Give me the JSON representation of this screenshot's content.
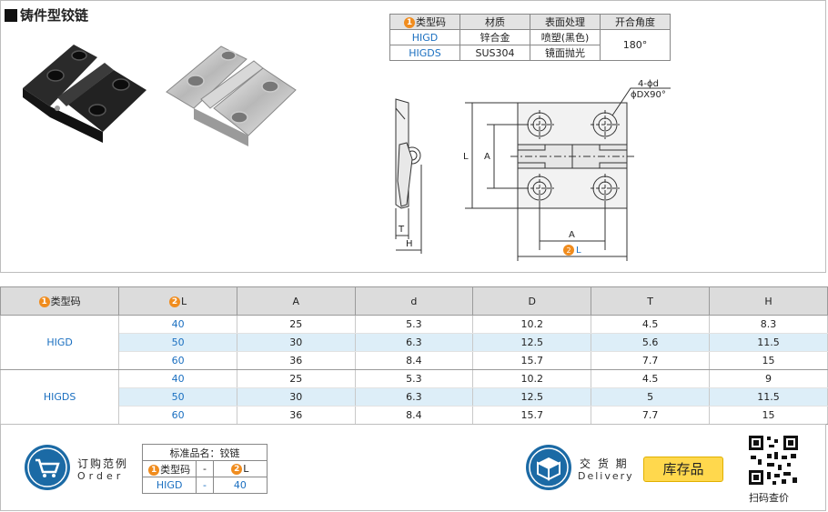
{
  "title": "铸件型铰链",
  "material_table": {
    "headers": [
      "类型码",
      "材质",
      "表面处理",
      "开合角度"
    ],
    "header_badge": "1",
    "rows": [
      {
        "code": "HIGD",
        "material": "锌合金",
        "finish": "喷塑(黑色)"
      },
      {
        "code": "HIGDS",
        "material": "SUS304",
        "finish": "镜面抛光"
      }
    ],
    "angle": "180°"
  },
  "drawing": {
    "hole_label": "4-ϕd",
    "countersink_label": "ϕDX90°",
    "dim_L": "L",
    "dim_A": "A",
    "dim_T": "T",
    "dim_H": "H",
    "bottom_L": "L",
    "badge2": "2"
  },
  "spec_table": {
    "headers": [
      "类型码",
      "L",
      "A",
      "d",
      "D",
      "T",
      "H"
    ],
    "badge1": "1",
    "badge2": "2",
    "groups": [
      {
        "model": "HIGD",
        "rows": [
          {
            "L": "40",
            "A": "25",
            "d": "5.3",
            "D": "10.2",
            "T": "4.5",
            "H": "8.3"
          },
          {
            "L": "50",
            "A": "30",
            "d": "6.3",
            "D": "12.5",
            "T": "5.6",
            "H": "11.5"
          },
          {
            "L": "60",
            "A": "36",
            "d": "8.4",
            "D": "15.7",
            "T": "7.7",
            "H": "15"
          }
        ]
      },
      {
        "model": "HIGDS",
        "rows": [
          {
            "L": "40",
            "A": "25",
            "d": "5.3",
            "D": "10.2",
            "T": "4.5",
            "H": "9"
          },
          {
            "L": "50",
            "A": "30",
            "d": "6.3",
            "D": "12.5",
            "T": "5",
            "H": "11.5"
          },
          {
            "L": "60",
            "A": "36",
            "d": "8.4",
            "D": "15.7",
            "T": "7.7",
            "H": "15"
          }
        ]
      }
    ]
  },
  "order": {
    "label_cn": "订购范例",
    "label_en": "Order",
    "std_name": "标准品名：铰链",
    "col1": "类型码",
    "col2": "L",
    "dash": "-",
    "code": "HIGD",
    "value": "40",
    "badge1": "1",
    "badge2": "2"
  },
  "delivery": {
    "label_cn": "交 货 期",
    "label_en": "Delivery",
    "stock": "库存品"
  },
  "qr": {
    "caption": "扫码查价"
  }
}
